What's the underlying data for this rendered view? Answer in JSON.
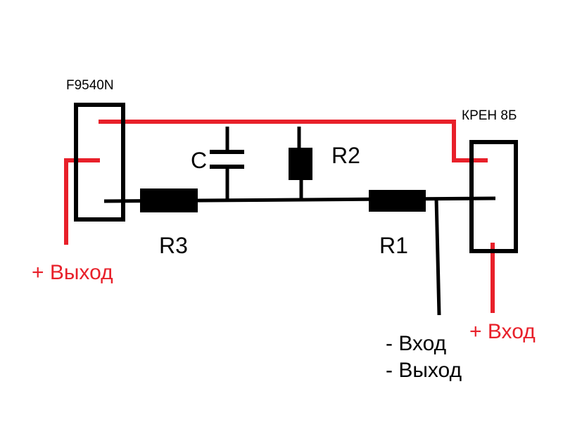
{
  "components": {
    "left_chip": "F9540N",
    "right_chip": "КРЕН 8Б",
    "capacitor": "C",
    "resistor_r1": "R1",
    "resistor_r2": "R2",
    "resistor_r3": "R3"
  },
  "terminals": {
    "plus_output": "+ Выход",
    "plus_input": "+ Вход",
    "minus_input": "- Вход",
    "minus_output": "- Выход"
  },
  "colors": {
    "wire_positive": "#e8202a",
    "wire_ground": "#000000",
    "label_positive": "#e8202a",
    "label_default": "#000000"
  }
}
